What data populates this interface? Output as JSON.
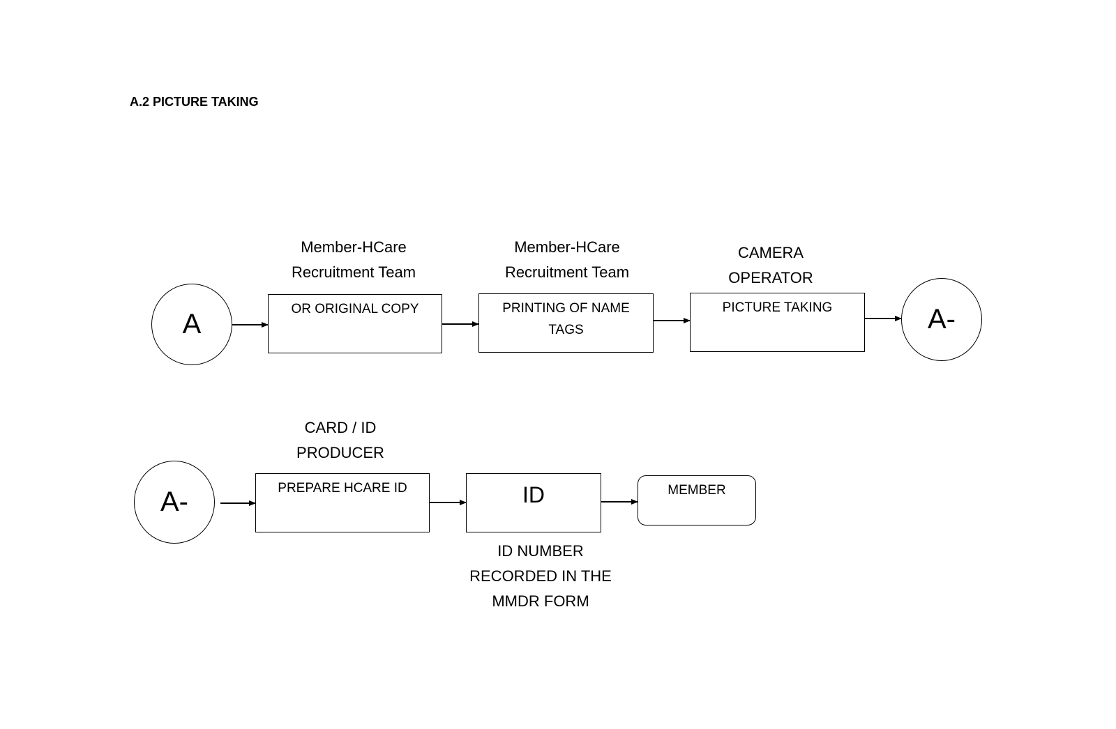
{
  "heading": "A.2 PICTURE TAKING",
  "row1": {
    "start_connector": "A",
    "end_connector": "A-",
    "steps": [
      {
        "role_line1": "Member-HCare",
        "role_line2": "Recruitment Team",
        "task_line1": "OR ORIGINAL COPY",
        "task_line2": ""
      },
      {
        "role_line1": "Member-HCare",
        "role_line2": "Recruitment Team",
        "task_line1": "PRINTING OF NAME",
        "task_line2": "TAGS"
      },
      {
        "role_line1": "CAMERA",
        "role_line2": "OPERATOR",
        "task_line1": "PICTURE TAKING",
        "task_line2": ""
      }
    ]
  },
  "row2": {
    "start_connector": "A-",
    "prepare_step": {
      "role_line1": "CARD / ID",
      "role_line2": "PRODUCER",
      "task": "PREPARE HCARE ID"
    },
    "id_step": {
      "task": "ID",
      "note_line1": "ID NUMBER",
      "note_line2": "RECORDED IN THE",
      "note_line3": "MMDR FORM"
    },
    "terminal": "MEMBER"
  }
}
